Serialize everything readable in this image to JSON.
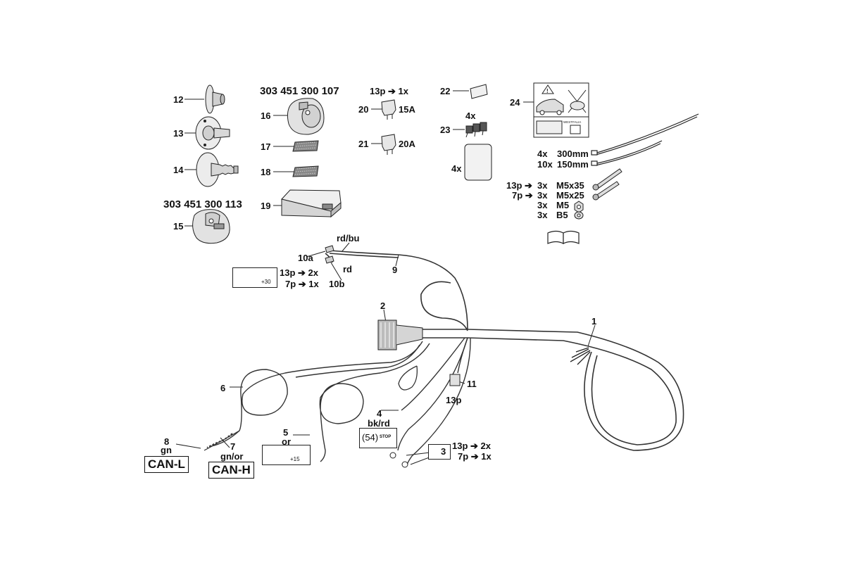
{
  "callouts": {
    "p1": "1",
    "p2": "2",
    "p3": "3",
    "p4": "4",
    "p5": "5",
    "p6": "6",
    "p7": "7",
    "p8": "8",
    "p9": "9",
    "p10a": "10a",
    "p10b": "10b",
    "p11": "11",
    "p12": "12",
    "p13": "13",
    "p14": "14",
    "p15": "15",
    "p16": "16",
    "p17": "17",
    "p18": "18",
    "p19": "19",
    "p20": "20",
    "p21": "21",
    "p22": "22",
    "p23": "23",
    "p24": "24"
  },
  "part_numbers": {
    "socket_13p": "303 451 300 107",
    "socket_7p": "303 451 300 113"
  },
  "fuses": {
    "header": "13p ➔ 1x",
    "f20": "15A",
    "f21": "20A"
  },
  "quantities": {
    "q23": "4x",
    "pad": "4x"
  },
  "ties": [
    {
      "qty": "4x",
      "size": "300mm"
    },
    {
      "qty": "10x",
      "size": "150mm"
    }
  ],
  "hardware": [
    {
      "variant": "13p ➔",
      "qty": "3x",
      "item": "M5x35"
    },
    {
      "variant": "7p ➔",
      "qty": "3x",
      "item": "M5x25"
    },
    {
      "variant": "",
      "qty": "3x",
      "item": "M5"
    },
    {
      "variant": "",
      "qty": "3x",
      "item": "B5"
    }
  ],
  "wire_colors": {
    "rdbu": "rd/bu",
    "rd": "rd",
    "bkrd": "bk/rd",
    "or": "or",
    "gn": "gn",
    "gnor": "gn/or"
  },
  "plus30": {
    "terminal": "+30",
    "l13": "13p ➔ 2x",
    "l7": "7p ➔ 1x"
  },
  "plus15": {
    "terminal": "+15"
  },
  "stop_signal": {
    "code": "(54)",
    "sign": "STOP"
  },
  "ground": {
    "l13": "13p ➔ 2x",
    "l7": "7p ➔ 1x"
  },
  "connector11": {
    "pins": "13p"
  },
  "can": {
    "low": "CAN-L",
    "high": "CAN-H"
  },
  "warning_label": {
    "brand": "WESTFALIA"
  }
}
